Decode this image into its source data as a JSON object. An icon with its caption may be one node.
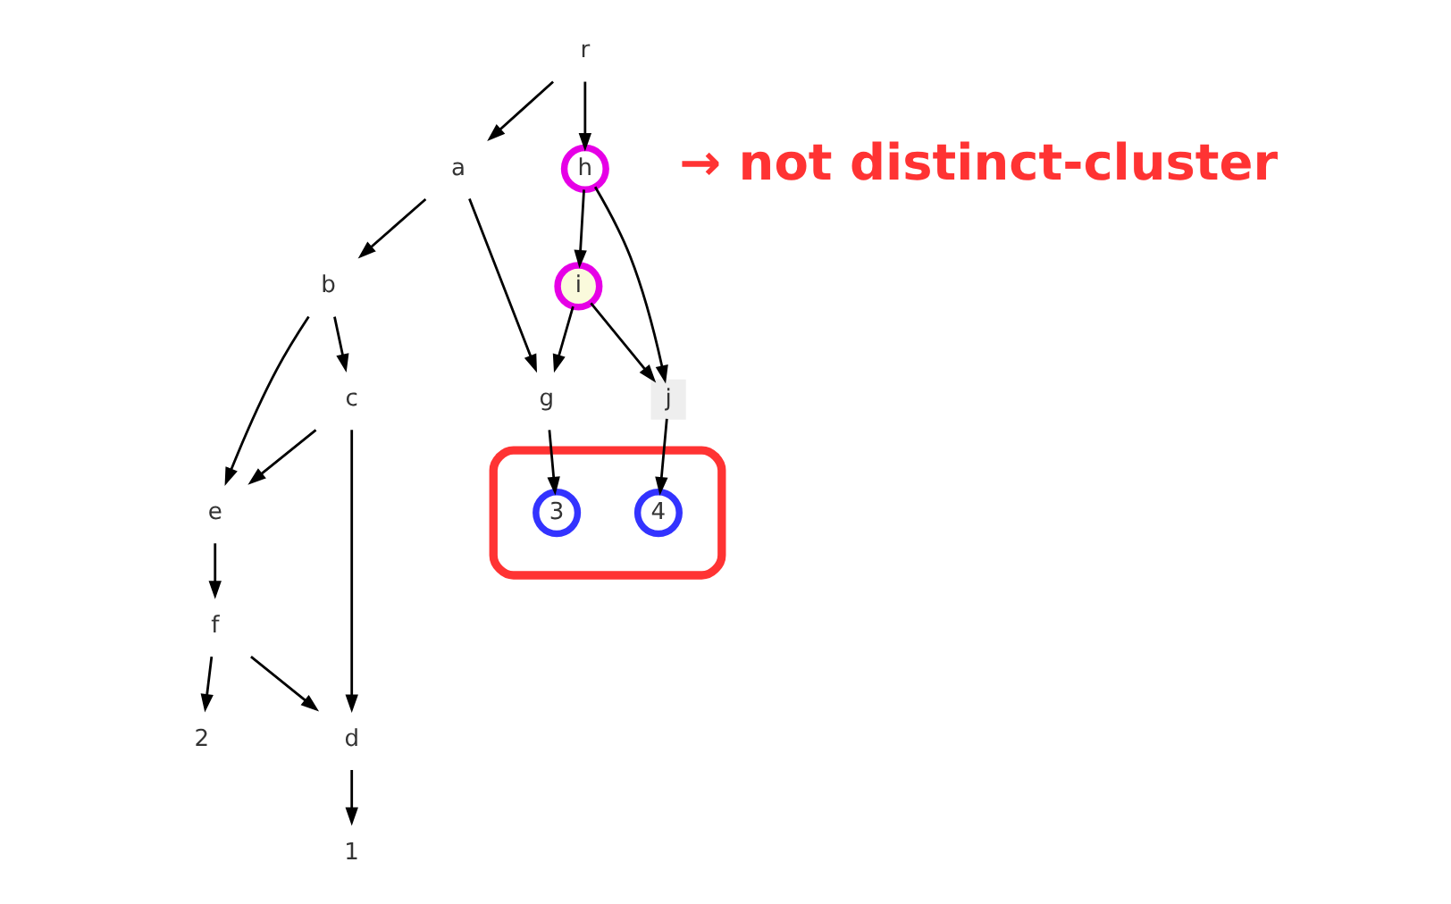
{
  "diagram": {
    "nodes": [
      {
        "text": [
          "r"
        ]
      },
      {
        "text": [
          "a"
        ]
      },
      {
        "text": [
          "h"
        ]
      },
      {
        "text": [
          "b"
        ]
      },
      {
        "text": [
          "i"
        ]
      },
      {
        "text": [
          "c"
        ]
      },
      {
        "text": [
          "g"
        ]
      },
      {
        "text": [
          "j"
        ]
      },
      {
        "text": [
          "e"
        ]
      },
      {
        "text": [
          "f"
        ]
      },
      {
        "text": [],
        "shape": "ellipse"
      },
      {
        "text": [
          "3"
        ],
        "in": 10
      },
      {
        "text": [
          "4"
        ],
        "in": 10
      },
      {
        "text": [
          "d"
        ]
      },
      {
        "text": [
          "2"
        ]
      },
      {
        "text": [
          "1"
        ]
      }
    ],
    "edges": [
      {
        "from": 0,
        "to": 1,
        "arrow": "to"
      },
      {
        "from": 0,
        "to": 2,
        "arrow": "to"
      },
      {
        "from": 1,
        "to": 3,
        "arrow": "to"
      },
      {
        "from": 1,
        "to": 6,
        "arrow": "to"
      },
      {
        "from": 3,
        "to": 5,
        "arrow": "to"
      },
      {
        "from": 3,
        "to": 8,
        "arrow": "to"
      },
      {
        "from": 5,
        "to": 8,
        "arrow": "to"
      },
      {
        "from": 5,
        "to": 13,
        "arrow": "to"
      },
      {
        "from": 8,
        "to": 9,
        "arrow": "to"
      },
      {
        "from": 9,
        "to": 13,
        "arrow": "to"
      },
      {
        "from": 9,
        "to": 14,
        "arrow": "to"
      },
      {
        "from": 13,
        "to": 15,
        "arrow": "to"
      },
      {
        "from": 2,
        "to": 4,
        "arrow": "to"
      },
      {
        "from": 2,
        "to": 7,
        "arrow": "to"
      },
      {
        "from": 4,
        "to": 6,
        "arrow": "to"
      },
      {
        "from": 4,
        "to": 7,
        "arrow": "to"
      },
      {
        "from": 6,
        "to": 11,
        "arrow": "to"
      },
      {
        "from": 7,
        "to": 12,
        "arrow": "to"
      }
    ],
    "labels": [
      "→ not distinct-cluster"
    ]
  }
}
